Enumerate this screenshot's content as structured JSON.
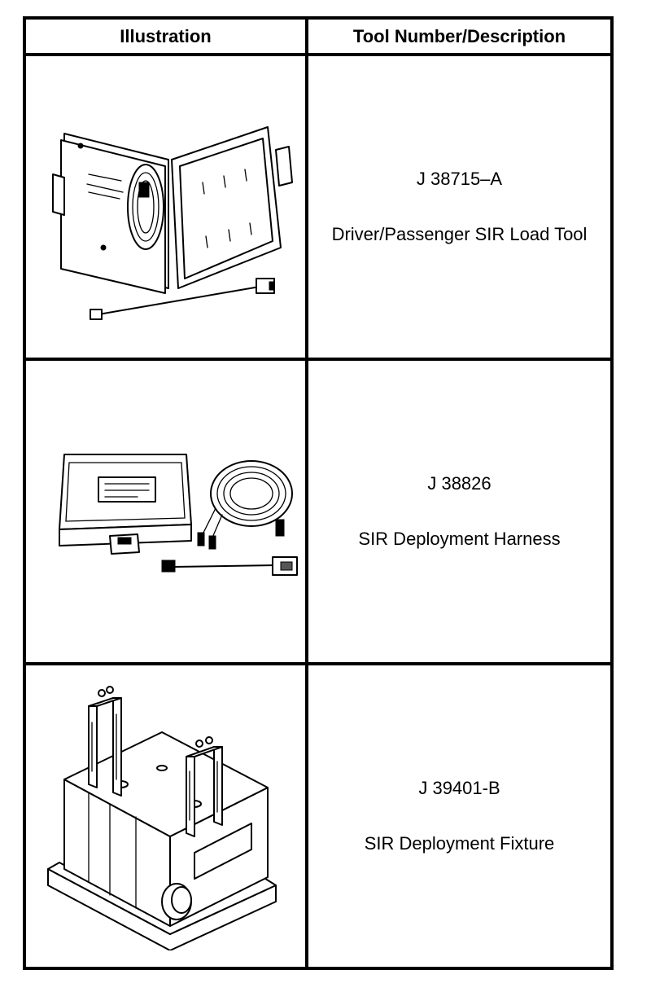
{
  "table": {
    "headers": {
      "illustration": "Illustration",
      "tool": "Tool Number/Description"
    },
    "rows": [
      {
        "tool_number": "J 38715–A",
        "description": "Driver/Passenger SIR Load Tool",
        "illustration_icon": "load-tool-case-illustration"
      },
      {
        "tool_number": "J 38826",
        "description": "SIR Deployment Harness",
        "illustration_icon": "deployment-harness-illustration"
      },
      {
        "tool_number": "J 39401-B",
        "description": "SIR Deployment Fixture",
        "illustration_icon": "deployment-fixture-illustration"
      }
    ]
  }
}
